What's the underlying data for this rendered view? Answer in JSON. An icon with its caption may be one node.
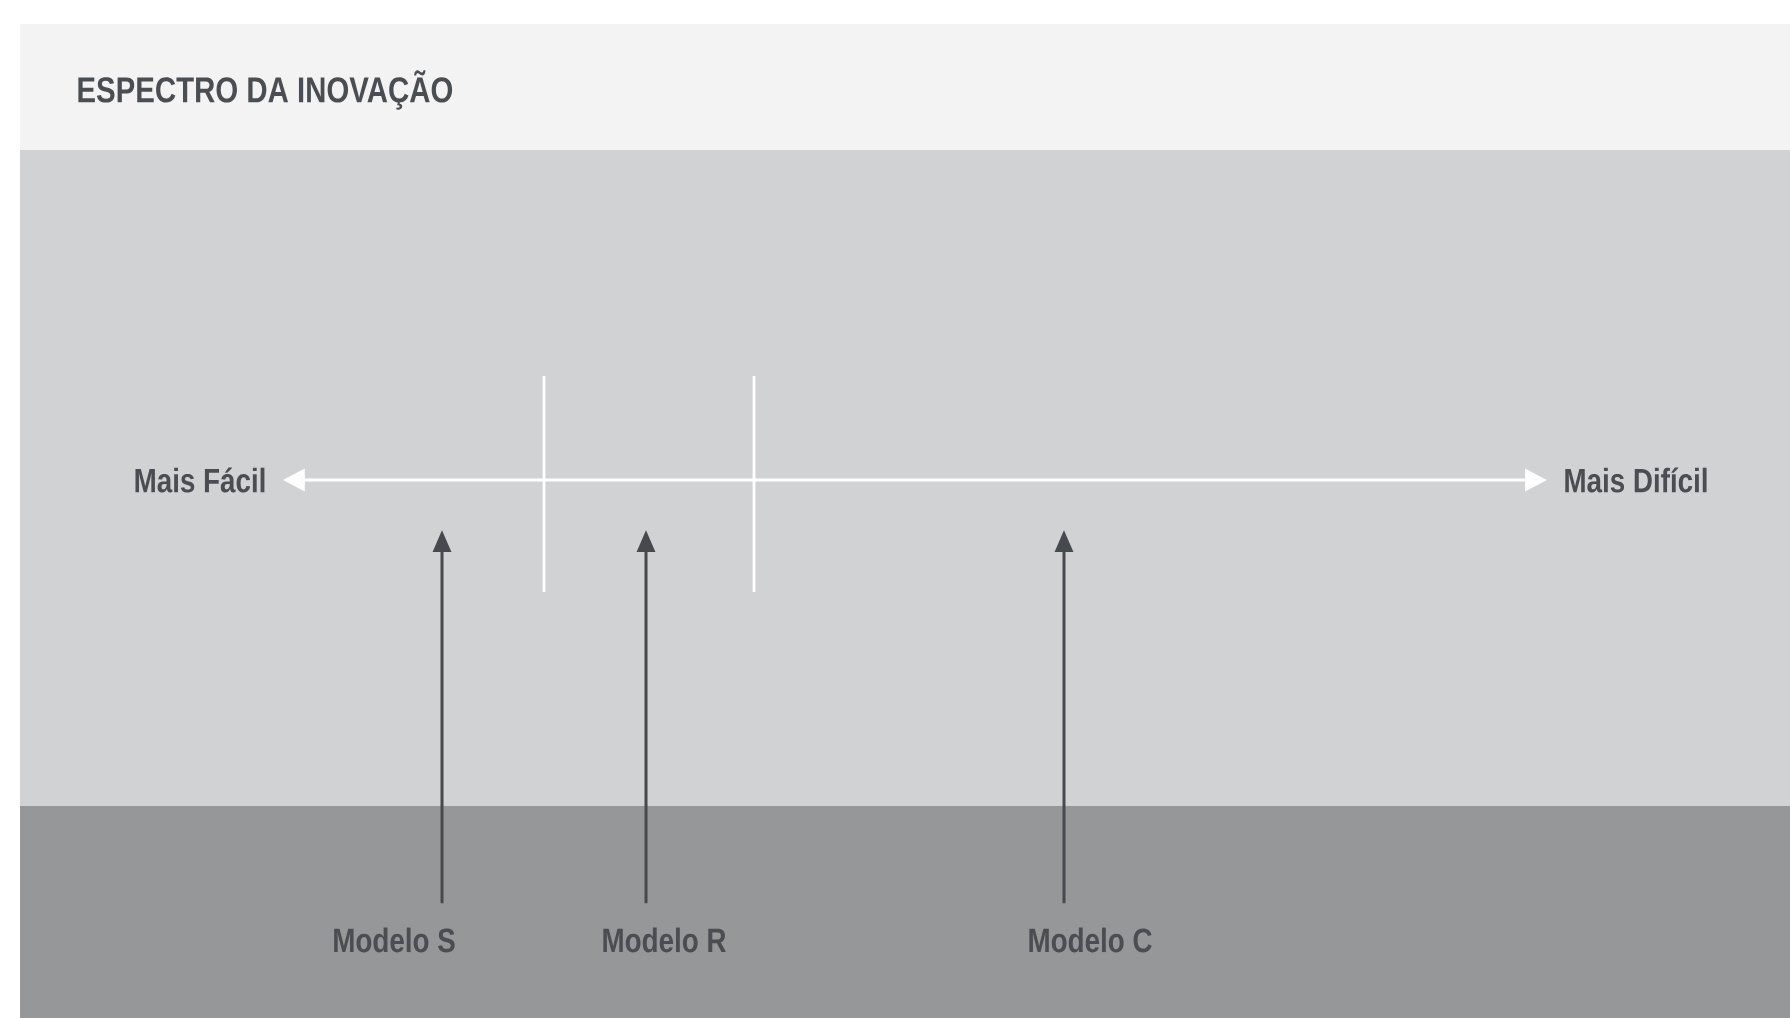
{
  "diagram": {
    "title": "ESPECTRO DA INOVAÇÃO",
    "nodes": [
      {
        "text": [
          "Mais Fácil"
        ]
      },
      {
        "text": [
          "Mais Difícil"
        ]
      },
      {
        "text": [
          "Modelo S"
        ]
      },
      {
        "text": [
          "Modelo R"
        ]
      },
      {
        "text": [
          "Modelo C"
        ]
      }
    ],
    "edges": [
      {
        "from": 0,
        "to": 1,
        "arrow": "both",
        "color": "#ffffff"
      },
      {
        "from": 2,
        "to": null,
        "arrow": "to"
      },
      {
        "from": 3,
        "to": null,
        "arrow": "to"
      },
      {
        "from": 4,
        "to": null,
        "arrow": "to"
      }
    ]
  }
}
